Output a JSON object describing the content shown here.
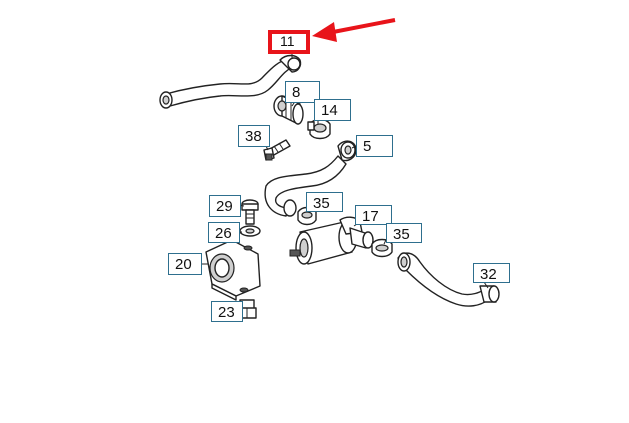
{
  "diagram": {
    "highlight_color": "#e8141a",
    "callout_border_color": "#2e6f8e",
    "callouts": [
      {
        "id": "c11",
        "label": "11",
        "highlight": true
      },
      {
        "id": "c8",
        "label": "8"
      },
      {
        "id": "c14",
        "label": "14"
      },
      {
        "id": "c38",
        "label": "38"
      },
      {
        "id": "c5",
        "label": "5"
      },
      {
        "id": "c29",
        "label": "29"
      },
      {
        "id": "c35a",
        "label": "35"
      },
      {
        "id": "c17",
        "label": "17"
      },
      {
        "id": "c35b",
        "label": "35"
      },
      {
        "id": "c26",
        "label": "26"
      },
      {
        "id": "c20",
        "label": "20"
      },
      {
        "id": "c32",
        "label": "32"
      },
      {
        "id": "c23",
        "label": "23"
      }
    ]
  }
}
